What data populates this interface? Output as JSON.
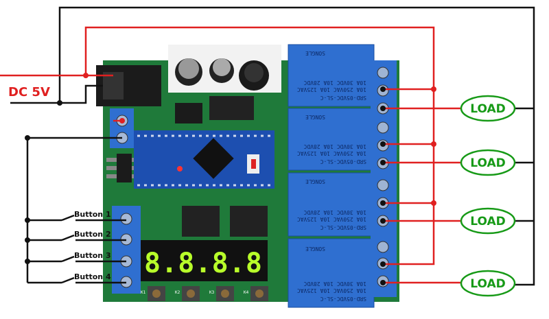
{
  "power": {
    "label": "DC 5V"
  },
  "buttons": [
    "Button 1",
    "Button 2",
    "Button 3",
    "Button 4"
  ],
  "loads": [
    "LOAD",
    "LOAD",
    "LOAD",
    "LOAD"
  ],
  "relays": [
    {
      "model": "SRD-05VDC-SL-C",
      "ratings": [
        "10A 250VAC  10A 125VAC",
        "10A 30VDC  10A 28VDC"
      ],
      "brand": "SONGLE"
    },
    {
      "model": "SRD-05VDC-SL-C",
      "ratings": [
        "10A 250VAC  10A 125VAC",
        "10A 30VDC  10A 28VDC"
      ],
      "brand": "SONGLE"
    },
    {
      "model": "SRD-05VDC-SL-C",
      "ratings": [
        "10A 250VAC  10A 125VAC",
        "10A 30VDC  10A 28VDC"
      ],
      "brand": "SONGLE"
    },
    {
      "model": "SRD-05VDC-SL-C",
      "ratings": [
        "10A 250VAC  10A 125VAC",
        "10A 30VDC  10A 28VDC"
      ],
      "brand": "SONGLE"
    }
  ],
  "display": {
    "digits": "8.8.8.8"
  },
  "keys": [
    "K1",
    "K2",
    "K3",
    "K4"
  ],
  "colors": {
    "power_wire": "#e02020",
    "ground_wire": "#111111",
    "load_outline": "#179a17",
    "board": "#1f7a3a",
    "relay": "#2f6fd0"
  }
}
